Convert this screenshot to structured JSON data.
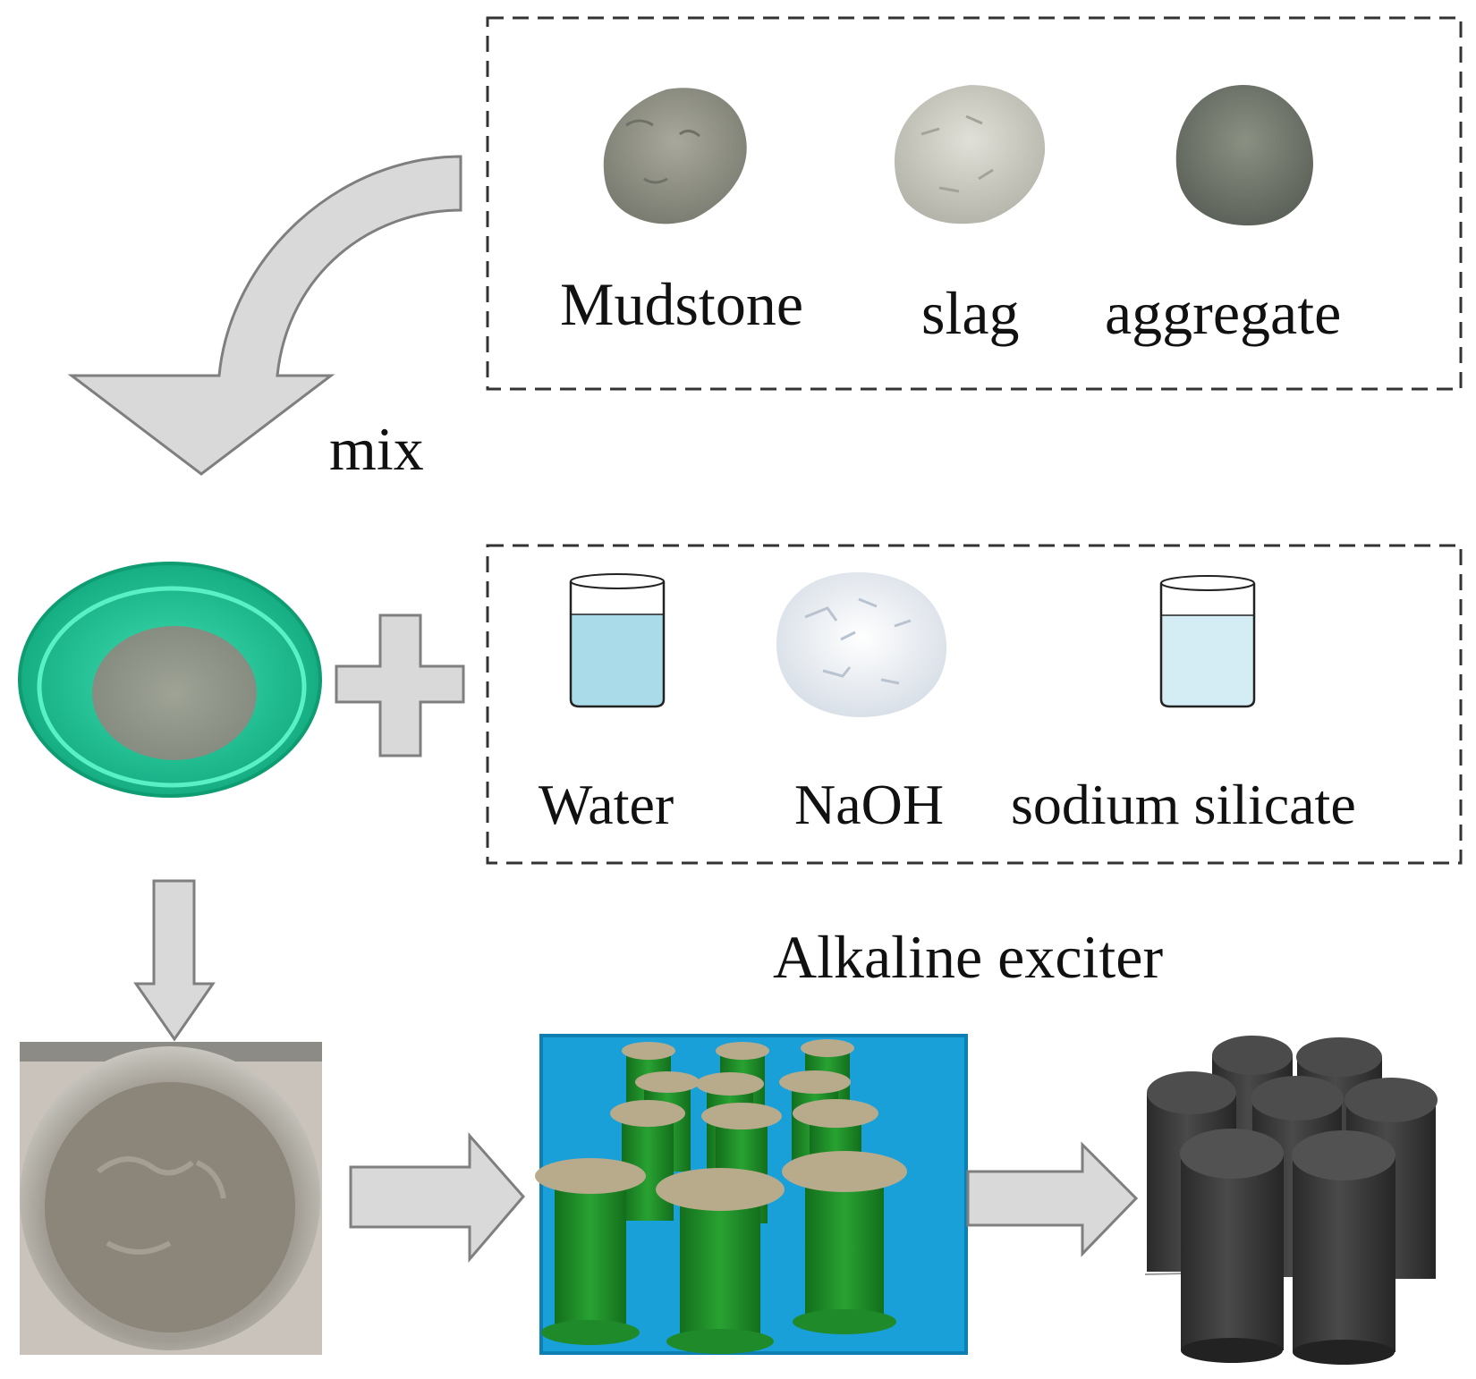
{
  "raw_materials": {
    "items": [
      {
        "label": "Mudstone"
      },
      {
        "label": "slag"
      },
      {
        "label": "aggregate"
      }
    ]
  },
  "mix_step": {
    "label": "mix"
  },
  "alkaline_exciter": {
    "items": [
      {
        "label": "Water"
      },
      {
        "label": "NaOH"
      },
      {
        "label": "sodium silicate"
      }
    ],
    "caption": "Alkaline exciter"
  },
  "colors": {
    "arrow_fill": "#d9d9d9",
    "arrow_stroke": "#7f7f7f",
    "box_dash": "#333333",
    "liquid_water": "#a9dce8",
    "liquid_silicate": "#d4ecf3",
    "bowl_green": "#22c79a",
    "mold_green": "#1f8a2a",
    "tray_blue": "#1aa0d8",
    "specimen_dark": "#3a3a3a"
  }
}
